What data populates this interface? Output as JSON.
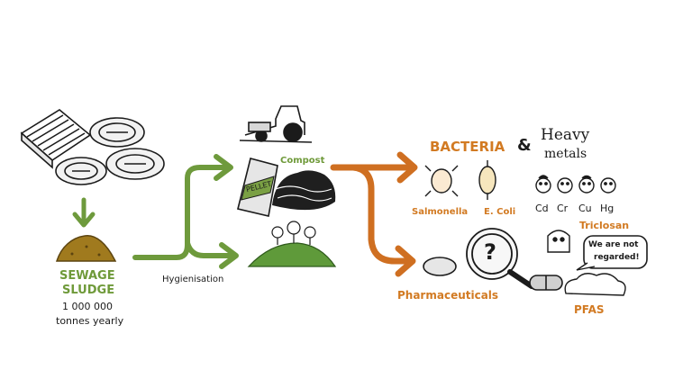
{
  "labels": {
    "sewage_sludge_line1": "SEWAGE",
    "sewage_sludge_line2": "SLUDGE",
    "tonnes_number": "1 000 000",
    "tonnes_yearly": "tonnes yearly",
    "hygienisation": "Hygienisation",
    "compost": "Compost",
    "pellet": "PELLET",
    "bacteria": "BACTERIA",
    "ampersand": "&",
    "heavy_metals_line1": "Heavy",
    "heavy_metals_line2": "metals",
    "salmonella": "Salmonella",
    "ecoli": "E. Coli",
    "metal_cd": "Cd",
    "metal_cr": "Cr",
    "metal_cu": "Cu",
    "metal_hg": "Hg",
    "triclosan": "Triclosan",
    "speech_line1": "We are not",
    "speech_line2": "regarded!",
    "question": "?",
    "pharmaceuticals": "Pharmaceuticals",
    "pfas": "PFAS"
  },
  "colors": {
    "green_arrow": "#6e9a3c",
    "orange_arrow": "#cf6f21",
    "green_text": "#6f9a3a",
    "orange_text": "#d27a22",
    "sludge": "#a07a1e",
    "hill": "#5f9a3a",
    "ink": "#1b1b1b"
  },
  "icons": [
    "treatment-plant-icon",
    "tractor-icon",
    "pellet-bag-icon",
    "compost-pile-icon",
    "flower-hill-icon",
    "bacteria-icon",
    "metal-faces-icon",
    "magnifier-icon",
    "pill-capsule-icon",
    "cloud-icon"
  ]
}
